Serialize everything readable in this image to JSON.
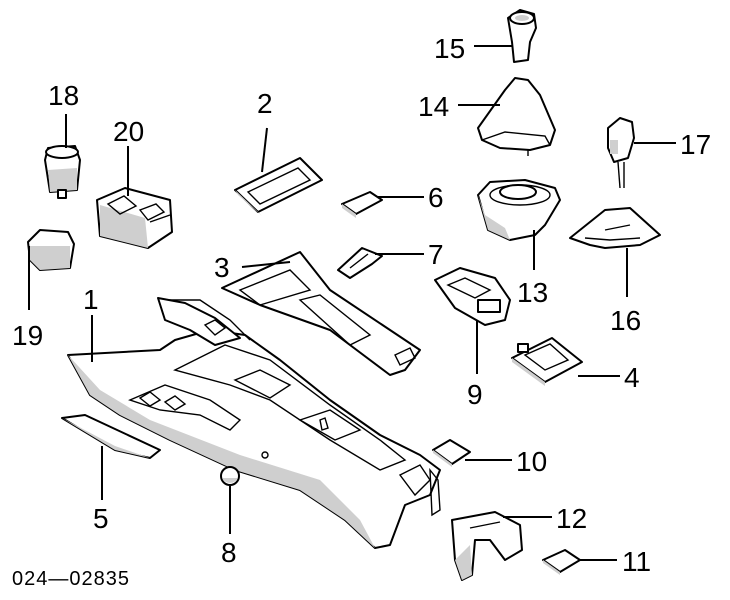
{
  "diagram": {
    "drawing_number": "024—02835",
    "callouts": {
      "c1": "1",
      "c2": "2",
      "c3": "3",
      "c4": "4",
      "c5": "5",
      "c6": "6",
      "c7": "7",
      "c8": "8",
      "c9": "9",
      "c10": "10",
      "c11": "11",
      "c12": "12",
      "c13": "13",
      "c14": "14",
      "c15": "15",
      "c16": "16",
      "c17": "17",
      "c18": "18",
      "c19": "19",
      "c20": "20"
    }
  }
}
